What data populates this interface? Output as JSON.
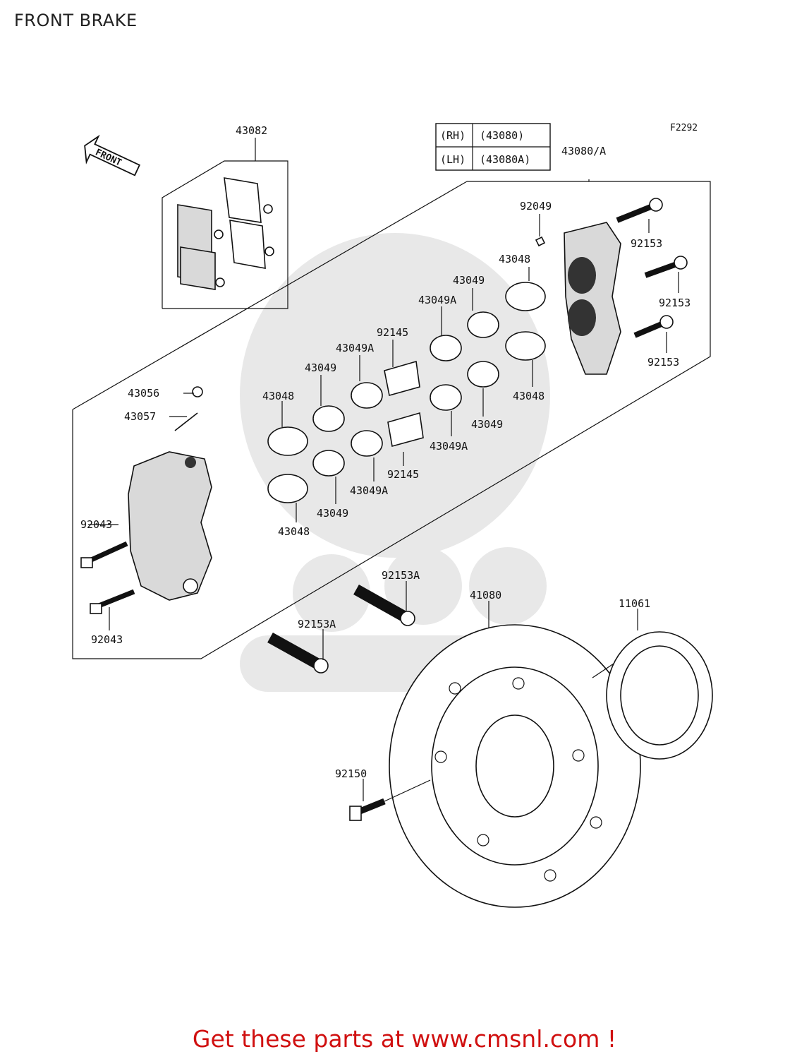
{
  "page": {
    "title": "FRONT BRAKE",
    "figure_code": "F2292",
    "footer_link": "Get these parts at www.cmsnl.com !"
  },
  "direction_badge": {
    "text": "FRONT"
  },
  "variant_table": {
    "rows": [
      {
        "side": "(RH)",
        "part": "(43080)"
      },
      {
        "side": "(LH)",
        "part": "(43080A)"
      }
    ]
  },
  "callouts": {
    "c43082": "43082",
    "c43080a": "43080/A",
    "c92049": "92049",
    "c92153_1": "92153",
    "c92153_2": "92153",
    "c92153_3": "92153",
    "c43048_1": "43048",
    "c43048_2": "43048",
    "c43048_3": "43048",
    "c43048_4": "43048",
    "c43049_1": "43049",
    "c43049_2": "43049",
    "c43049_3": "43049",
    "c43049_4": "43049",
    "c43049a_1": "43049A",
    "c43049a_2": "43049A",
    "c43049a_3": "43049A",
    "c43049a_4": "43049A",
    "c92145_1": "92145",
    "c92145_2": "92145",
    "c43056": "43056",
    "c43057": "43057",
    "c92043_1": "92043",
    "c92043_2": "92043",
    "c92153a_1": "92153A",
    "c92153a_2": "92153A",
    "c41080": "41080",
    "c11061": "11061",
    "c92150": "92150"
  }
}
